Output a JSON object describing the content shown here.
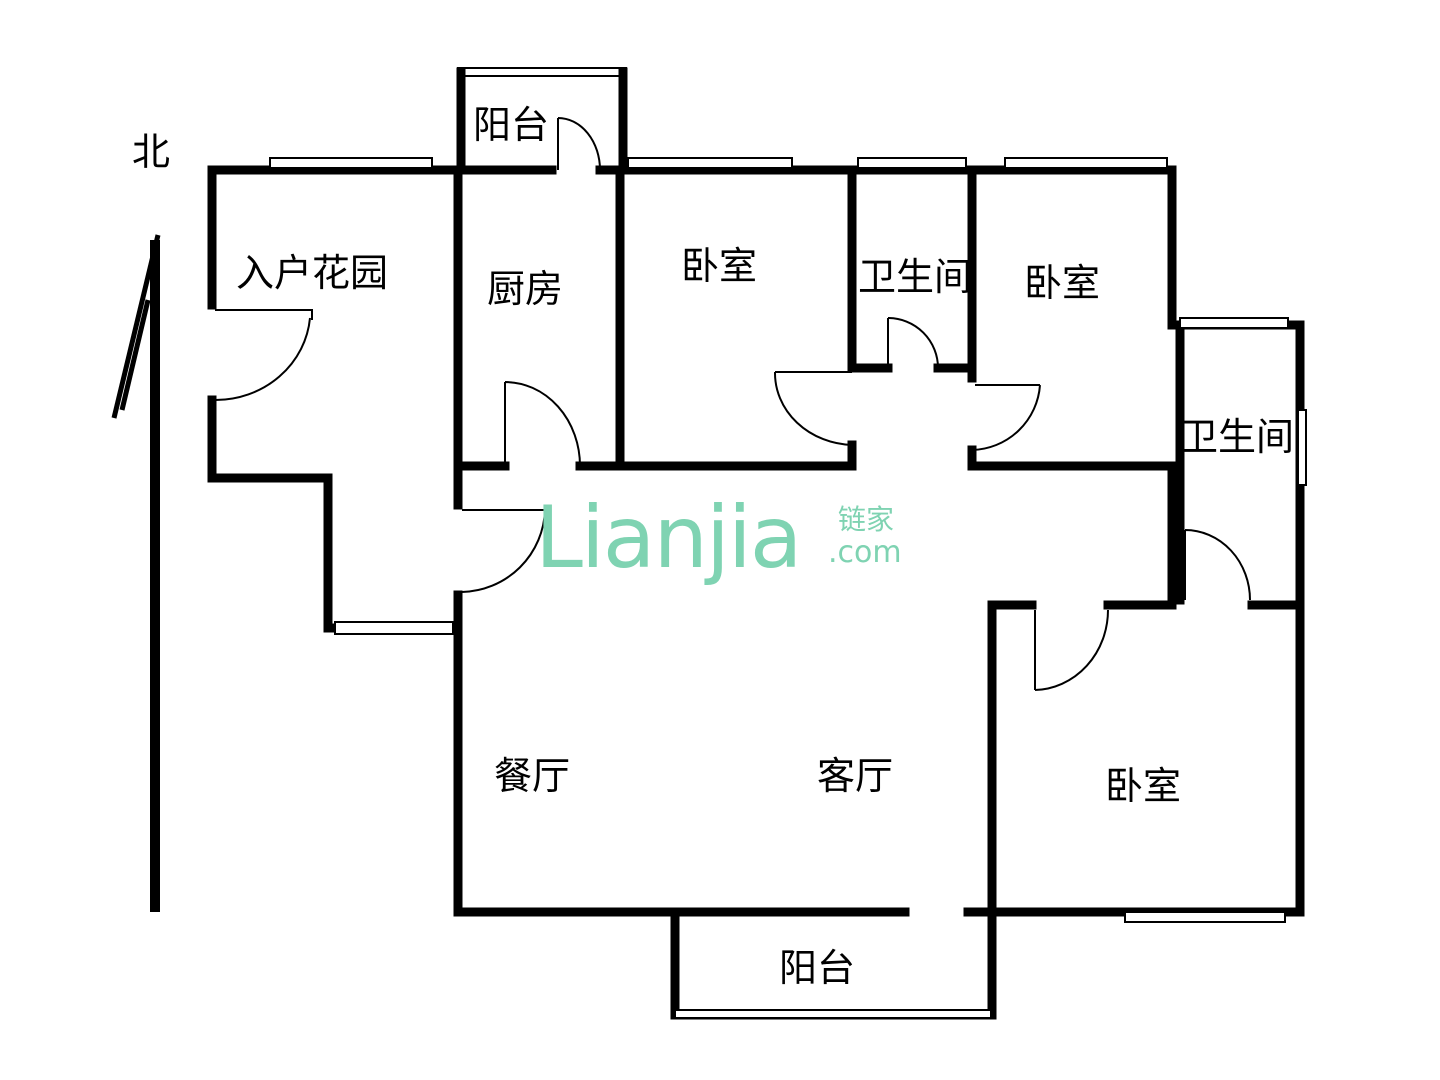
{
  "compass": {
    "north_label": "北",
    "icon": "north-arrow-icon"
  },
  "rooms": {
    "entry_garden": "入户花园",
    "kitchen": "厨房",
    "balcony_top": "阳台",
    "bedroom_top": "卧室",
    "bathroom_top": "卫生间",
    "bedroom_right": "卧室",
    "bathroom_right": "卫生间",
    "dining": "餐厅",
    "living": "客厅",
    "bedroom_bottom": "卧室",
    "balcony_bottom": "阳台"
  },
  "watermark": {
    "brand": "Lianjia",
    "cn": "链家",
    "domain": ".com",
    "color": "#7fd3b2"
  }
}
